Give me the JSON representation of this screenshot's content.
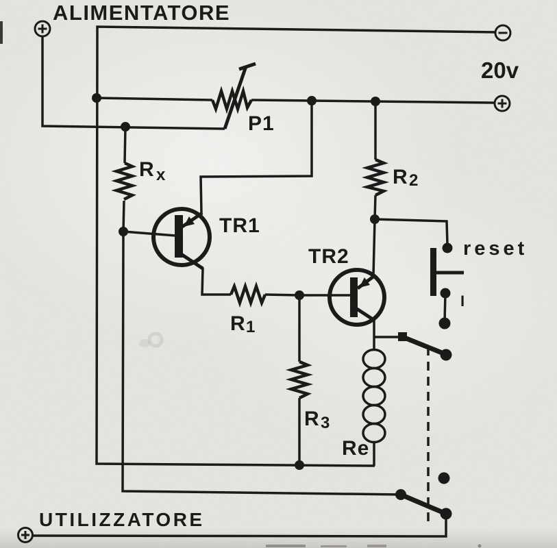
{
  "colors": {
    "ink": "#1a1816",
    "paper": "#e8e6e1"
  },
  "schematic": {
    "power_supply_label": "ALIMENTATORE",
    "load_label": "UTILIZZATORE",
    "supply_voltage": "20v",
    "components": {
      "potentiometer": "P1",
      "transistor_1": "TR1",
      "transistor_2": "TR2",
      "resistor_x": {
        "base": "R",
        "sub": "x"
      },
      "resistor_1": {
        "base": "R",
        "sub": "1"
      },
      "resistor_2": {
        "base": "R",
        "sub": "2"
      },
      "resistor_3": {
        "base": "R",
        "sub": "3"
      },
      "relay_coil": "Re",
      "reset_button": "reset",
      "current_label": "I"
    },
    "icons": {
      "positive-terminal-icon": "⊕",
      "negative-terminal-icon": "⊖",
      "pnp-transistor-icon": "transistor circle with base bar and emitter arrow",
      "rheostat-arrow-icon": "diagonal wiper arrow through resistor",
      "relay-coil-icon": "five-turn coil",
      "pushbutton-icon": "normally-open push button",
      "relay-contact-icon": "changeover switch arm",
      "mechanical-link-icon": "vertical dashed linkage line"
    }
  }
}
